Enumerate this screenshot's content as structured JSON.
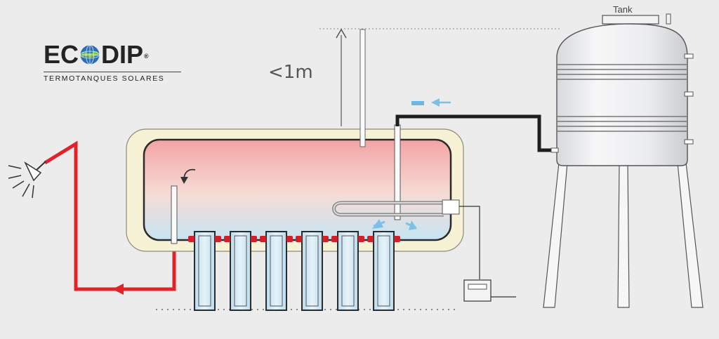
{
  "brand": {
    "name_left": "EC",
    "name_right": "DIP",
    "registered": "®",
    "tagline": "TERMOTANQUES SOLARES"
  },
  "labels": {
    "height_note": "<1m",
    "tank": "Tank"
  },
  "icons": [
    "globe-logo-icon",
    "shower-head-icon",
    "flow-arrow-icon",
    "controller-box-icon"
  ],
  "colors": {
    "background": "#ececed",
    "hot_pipe": "#e0232b",
    "cold_pipe": "#1e1e1e",
    "tank_top": "#f4a5a5",
    "tank_bottom": "#cfe6f2",
    "insulation": "#f7f1d6",
    "flow_arrow": "#7dc0e6",
    "logo_globe": "#2a6fb6"
  }
}
